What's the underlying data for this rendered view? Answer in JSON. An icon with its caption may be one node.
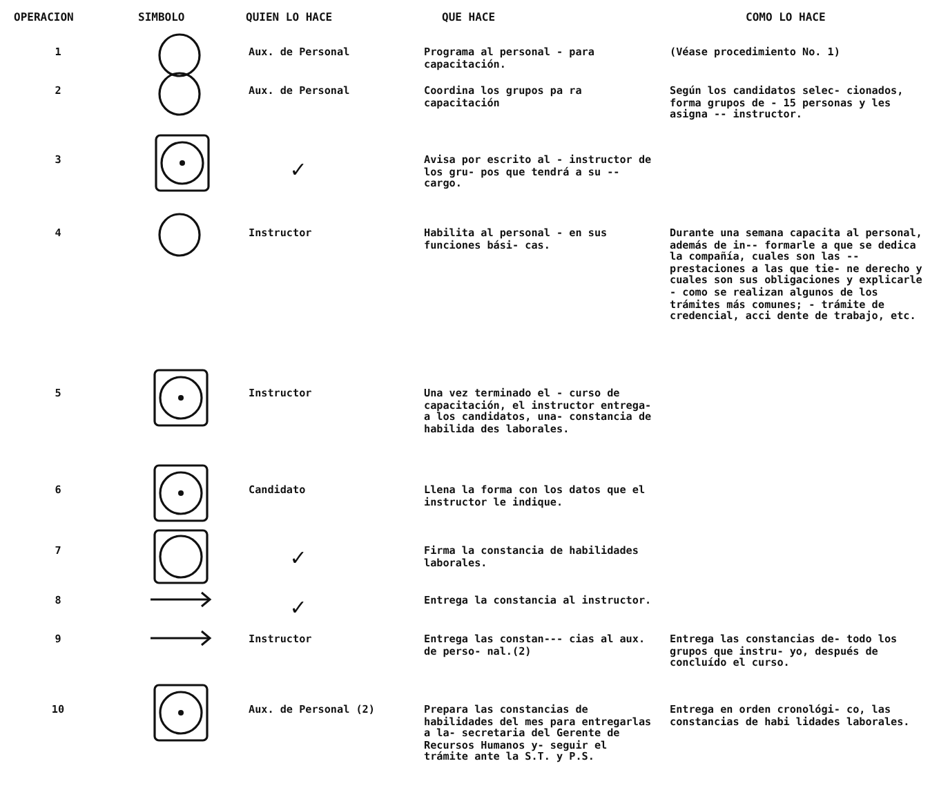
{
  "diagram": {
    "nodes": [
      {
        "text": [],
        "shape": "circle"
      },
      {
        "text": [],
        "shape": "circle"
      },
      {
        "text": [],
        "shape": "target"
      },
      {
        "text": [],
        "shape": "circle"
      },
      {
        "text": [],
        "shape": "target"
      },
      {
        "text": [],
        "shape": "target"
      },
      {
        "text": [],
        "shape": "box"
      },
      {
        "text": [],
        "shape": "arrow"
      },
      {
        "text": [],
        "shape": "arrow"
      },
      {
        "text": [],
        "shape": "target"
      }
    ],
    "labels": [
      "OPERACION",
      "SIMBOLO",
      "QUIEN LO HACE",
      "QUE HACE",
      "COMO LO HACE",
      "1",
      "Aux. de Personal",
      "Programa al personal - para capacitación.",
      "(Véase procedimiento No. 1)",
      "2",
      "Aux. de Personal",
      "Coordina los grupos pa ra capacitación",
      "Según los candidatos selec- cionados, forma grupos de - 15 personas y les asigna -- instructor.",
      "3",
      "✓",
      "Avisa por escrito al - instructor de los gru- pos que tendrá a su -- cargo.",
      "4",
      "Instructor",
      "Habilita al personal - en sus funciones bási- cas.",
      "Durante una semana capacita al personal, además de in-- formarle a que se dedica la compañía, cuales son las -- prestaciones a las que tie- ne derecho y cuales son sus obligaciones y explicarle - como se realizan algunos de los trámites más comunes; - trámite de credencial, acci dente de trabajo, etc.",
      "5",
      "Instructor",
      "Una vez terminado el - curso de capacitación, el instructor entrega- a los candidatos, una- constancia de habilida des laborales.",
      "6",
      "Candidato",
      "Llena la forma con los datos que el instructor le indique.",
      "7",
      "✓",
      "Firma la constancia de habilidades laborales.",
      "8",
      "✓",
      "Entrega la constancia al instructor.",
      "9",
      "Instructor",
      "Entrega las constan--- cias al aux. de perso- nal.(2)",
      "Entrega las constancias de- todo los grupos que instru- yo, después de concluído el curso.",
      "10",
      "Aux. de Personal (2)",
      "Prepara las constancias de habilidades del mes para entregarlas a la- secretaria del Gerente de Recursos Humanos y- seguir el trámite ante la S.T. y P.S.",
      "Entrega en orden cronológi- co, las constancias de habi lidades laborales."
    ]
  }
}
